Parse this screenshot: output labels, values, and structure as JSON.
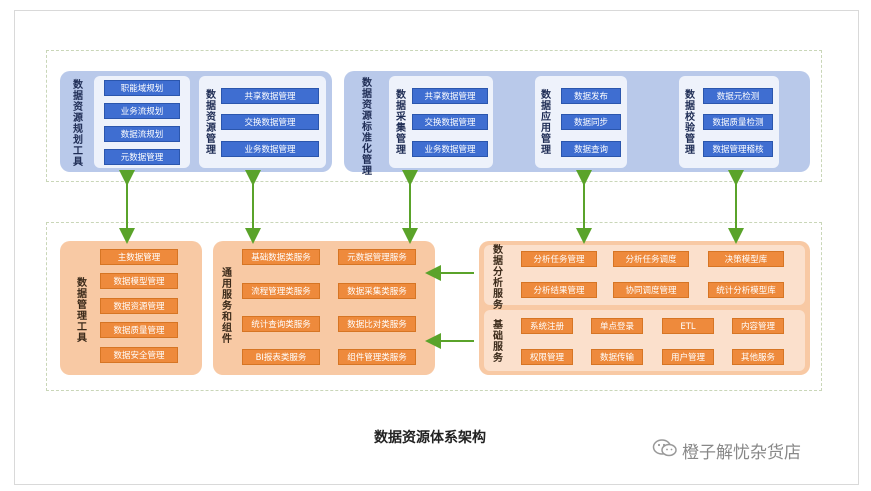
{
  "caption": "数据资源体系架构",
  "watermark": "橙子解忧杂货店",
  "colors": {
    "blue_panel": "#b9c9ea",
    "blue_btn": "#3f6ed1",
    "orange_panel": "#f8c9a4",
    "orange_btn": "#ee8a3c",
    "arrow": "#5aa32a"
  },
  "top": {
    "planning_tool": {
      "label": "数据资源规划工具",
      "items": [
        "职能域规划",
        "业务流规划",
        "数据流规划",
        "元数据管理"
      ]
    },
    "resource_mgmt": {
      "label": "数据资源管理",
      "items": [
        "共享数据管理",
        "交换数据管理",
        "业务数据管理"
      ]
    },
    "standardization_tool": {
      "label": "数据资源标准化管理"
    },
    "collection": {
      "label": "数据采集管理",
      "items": [
        "共享数据管理",
        "交换数据管理",
        "业务数据管理"
      ]
    },
    "application": {
      "label": "数据应用管理",
      "items": [
        "数据发布",
        "数据同步",
        "数据查询"
      ]
    },
    "validation": {
      "label": "数据校验管理",
      "items": [
        "数据元检测",
        "数据质量检测",
        "数据管理稽核"
      ]
    }
  },
  "bottom": {
    "mgmt_tool": {
      "label": "数据管理工具",
      "items": [
        "主数据管理",
        "数据模型管理",
        "数据资源管理",
        "数据质量管理",
        "数据安全管理"
      ]
    },
    "common": {
      "label": "通用服务和组件",
      "items": [
        "基础数据类服务",
        "元数据管理服务",
        "流程管理类服务",
        "数据采集类服务",
        "统计查询类服务",
        "数据比对类服务",
        "BI报表类服务",
        "组件管理类服务"
      ]
    },
    "analysis": {
      "label": "数据分析服务",
      "items": [
        "分析任务管理",
        "分析任务调度",
        "决策模型库",
        "分析结果管理",
        "协同调度管理",
        "统计分析模型库"
      ]
    },
    "basic": {
      "label": "基础服务",
      "items": [
        "系统注册",
        "单点登录",
        "ETL",
        "内容管理",
        "权限管理",
        "数据传输",
        "用户管理",
        "其他服务"
      ]
    }
  }
}
